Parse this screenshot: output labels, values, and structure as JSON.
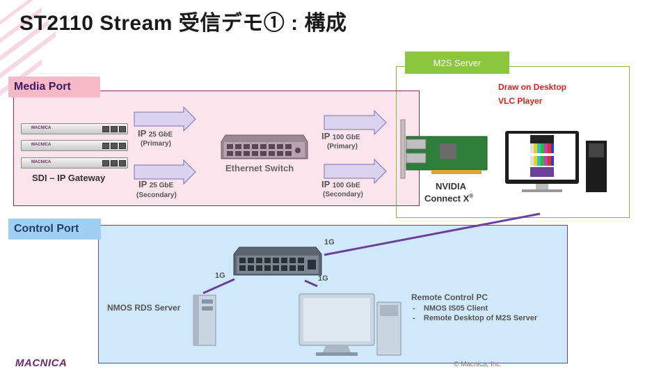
{
  "title": "ST2110 Stream 受信デモ① : 構成",
  "media_port": {
    "label": "Media Port"
  },
  "control_port": {
    "label": "Control Port"
  },
  "m2s_server": {
    "label": "M2S Server",
    "caption_line1": "Draw on Desktop",
    "caption_line2": "VLC Player"
  },
  "gateway": {
    "label": "SDI – IP Gateway",
    "brand": "MACNICA"
  },
  "ethernet_switch": {
    "label": "Ethernet Switch"
  },
  "links": {
    "ip25_primary": {
      "main": "IP",
      "speed": "25 GbE",
      "role": "(Primary)"
    },
    "ip25_secondary": {
      "main": "IP",
      "speed": "25 GbE",
      "role": "(Secondary)"
    },
    "ip100_primary": {
      "main": "IP",
      "speed": "100 GbE",
      "role": "(Primary)"
    },
    "ip100_secondary": {
      "main": "IP",
      "speed": "100 GbE",
      "role": "(Secondary)"
    }
  },
  "nic": {
    "line1": "NVIDIA",
    "line2": "Connect X",
    "mark": "®"
  },
  "control": {
    "link_1g_a": "1G",
    "link_1g_b": "1G",
    "link_1g_c": "1G",
    "nmos_server": "NMOS  RDS Server",
    "remote_pc": "Remote Control PC",
    "remote_items": [
      "NMOS IS05 Client",
      "Remote Desktop of M2S Server"
    ]
  },
  "footer": {
    "logo": "MACNICA",
    "copyright": "© Macnica, Inc."
  },
  "colors": {
    "media_bg": "#fce4ec",
    "control_bg": "#cfe8fa",
    "m2s_green": "#8cc63f",
    "accent_red": "#e0201c",
    "brand_purple": "#6a2a6c"
  }
}
